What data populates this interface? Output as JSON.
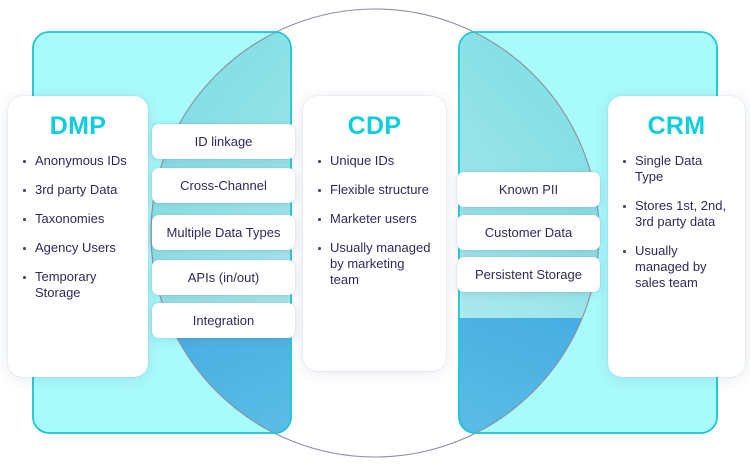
{
  "diagram": {
    "title": "DMP vs CDP vs CRM Venn diagram",
    "colors": {
      "accent_heading": "#0ECEDE",
      "body_text": "#2E2B56",
      "panel_fill": "#A8FAFB",
      "panel_stroke": "#17C6D6",
      "circle_stroke": "#8A8FA3",
      "overlap_mid": "#9FE3E6",
      "overlap_deep": "#46AEE2"
    }
  },
  "panels": {
    "left": {
      "name": "dmp-panel",
      "title": "DMP",
      "bullets": [
        "Anonymous IDs",
        "3rd party Data",
        "Taxonomies",
        "Agency Users",
        "Temporary Storage"
      ]
    },
    "center": {
      "name": "cdp-panel",
      "title": "CDP",
      "bullets": [
        "Unique IDs",
        "Flexible structure",
        "Marketer users",
        "Usually managed by marketing team"
      ]
    },
    "right": {
      "name": "crm-panel",
      "title": "CRM",
      "bullets": [
        "Single Data Type",
        "Stores 1st, 2nd, 3rd party data",
        "Usually managed by sales team"
      ]
    }
  },
  "overlaps": {
    "dmp_cdp": {
      "name": "dmp-cdp-overlap",
      "chips": [
        "ID linkage",
        "Cross-Channel",
        "Multiple Data Types",
        "APIs (in/out)",
        "Integration"
      ]
    },
    "cdp_crm": {
      "name": "cdp-crm-overlap",
      "chips": [
        "Known PII",
        "Customer Data",
        "Persistent Storage"
      ]
    }
  }
}
